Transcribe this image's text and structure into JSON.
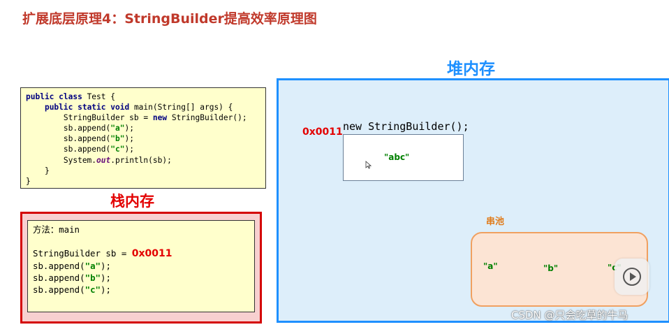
{
  "title": "扩展底层原理4：StringBuilder提高效率原理图",
  "code": {
    "lines": [
      [
        {
          "t": "public class",
          "c": "kw"
        },
        {
          "t": " Test {",
          "c": ""
        }
      ],
      [
        {
          "t": "    ",
          "c": ""
        },
        {
          "t": "public static void",
          "c": "kw"
        },
        {
          "t": " main(String[] args) {",
          "c": ""
        }
      ],
      [
        {
          "t": "        StringBuilder sb = ",
          "c": ""
        },
        {
          "t": "new",
          "c": "kw"
        },
        {
          "t": " StringBuilder();",
          "c": ""
        }
      ],
      [
        {
          "t": "        sb.append(",
          "c": ""
        },
        {
          "t": "\"a\"",
          "c": "str"
        },
        {
          "t": ");",
          "c": ""
        }
      ],
      [
        {
          "t": "        sb.append(",
          "c": ""
        },
        {
          "t": "\"b\"",
          "c": "str"
        },
        {
          "t": ");",
          "c": ""
        }
      ],
      [
        {
          "t": "        sb.append(",
          "c": ""
        },
        {
          "t": "\"c\"",
          "c": "str"
        },
        {
          "t": ");",
          "c": ""
        }
      ],
      [
        {
          "t": "        System.",
          "c": ""
        },
        {
          "t": "out",
          "c": "ital"
        },
        {
          "t": ".println(sb);",
          "c": ""
        }
      ],
      [
        {
          "t": "    }",
          "c": ""
        }
      ],
      [
        {
          "t": "}",
          "c": ""
        }
      ]
    ]
  },
  "stack": {
    "title": "栈内存",
    "method_line": "方法：main",
    "assign_prefix": "StringBuilder sb = ",
    "assign_addr": "0x0011",
    "append_lines": [
      [
        {
          "t": "sb.append(",
          "c": ""
        },
        {
          "t": "\"a\"",
          "c": "str"
        },
        {
          "t": ");",
          "c": ""
        }
      ],
      [
        {
          "t": "sb.append(",
          "c": ""
        },
        {
          "t": "\"b\"",
          "c": "str"
        },
        {
          "t": ");",
          "c": ""
        }
      ],
      [
        {
          "t": "sb.append(",
          "c": ""
        },
        {
          "t": "\"c\"",
          "c": "str"
        },
        {
          "t": ");",
          "c": ""
        }
      ]
    ]
  },
  "heap": {
    "title": "堆内存",
    "address": "0x0011",
    "new_expr": "new StringBuilder();",
    "sb_value": "\"abc\"",
    "pool_label": "串池",
    "pool_items": [
      "\"a\"",
      "\"b\"",
      "\"c\""
    ]
  },
  "watermark": "CSDN @只会吃草的牛马",
  "colors": {
    "title": "#c0392b",
    "stack_red": "#e30000",
    "heap_blue": "#1e90ff",
    "pool_orange": "#e07b1a",
    "string_green": "#008000"
  }
}
